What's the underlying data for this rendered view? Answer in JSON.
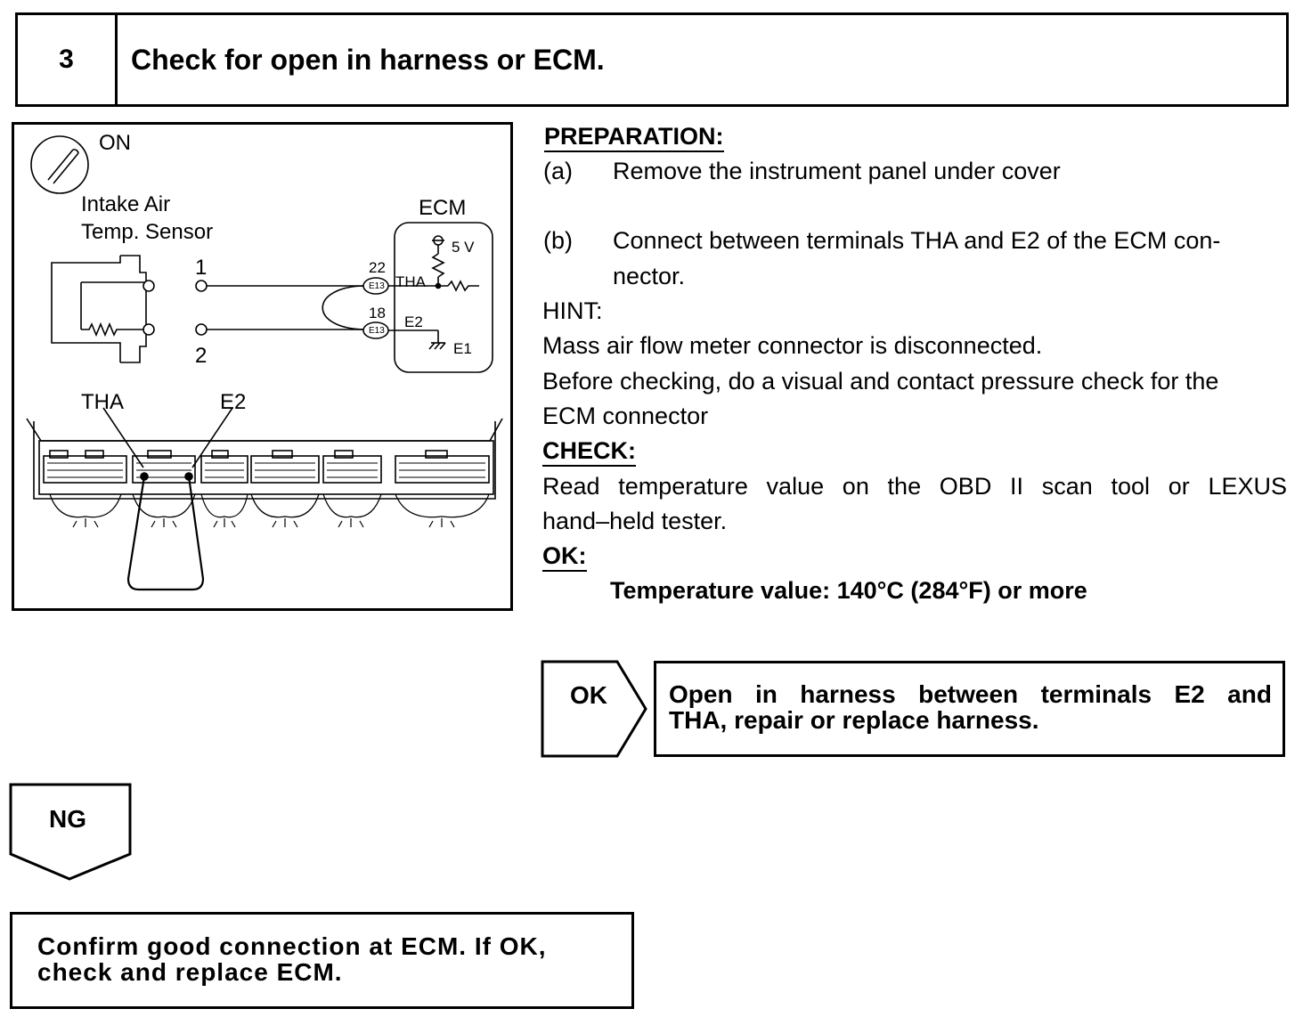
{
  "step": {
    "number": "3",
    "title": "Check for open in harness or ECM."
  },
  "diagram": {
    "ignition_label": "ON",
    "sensor_label_line1": "Intake Air",
    "sensor_label_line2": "Temp. Sensor",
    "ecm_label": "ECM",
    "supply_label": "5 V",
    "pin_1": "1",
    "pin_2": "2",
    "terminal_22": "22",
    "terminal_18": "18",
    "connector_code_1": "E13",
    "connector_code_2": "E13",
    "tha_label": "THA",
    "e2_label": "E2",
    "e1_label": "E1",
    "connector_tha_label": "THA",
    "connector_e2_label": "E2",
    "icon": "ignition-key-icon"
  },
  "instructions": {
    "preparation_heading": "PREPARATION:",
    "step_a_marker": "(a)",
    "step_a_text": "Remove the instrument panel under cover",
    "step_b_marker": "(b)",
    "step_b_line1": "Connect between terminals THA and E2 of the ECM con-",
    "step_b_line2": "nector.",
    "hint_label": "HINT:",
    "hint_line1": "Mass air flow meter connector is disconnected.",
    "hint_line2": "Before checking, do a visual and contact pressure check for the",
    "hint_line3": "ECM connector",
    "check_heading": "CHECK:",
    "check_line1": "Read temperature value on the OBD II scan tool or LEXUS",
    "check_line2": "hand–held tester.",
    "ok_heading": "OK:",
    "ok_spec": "Temperature value: 140°C (284°F) or more"
  },
  "ok_branch": {
    "tag": "OK",
    "result_line1_words": [
      "Open",
      "in",
      "harness",
      "between",
      "terminals",
      "E2",
      "and"
    ],
    "result_line2": "THA, repair or replace harness."
  },
  "ng_branch": {
    "tag": "NG",
    "action_line1": "Confirm good connection at ECM. If OK,",
    "action_line2": "check and replace ECM."
  }
}
